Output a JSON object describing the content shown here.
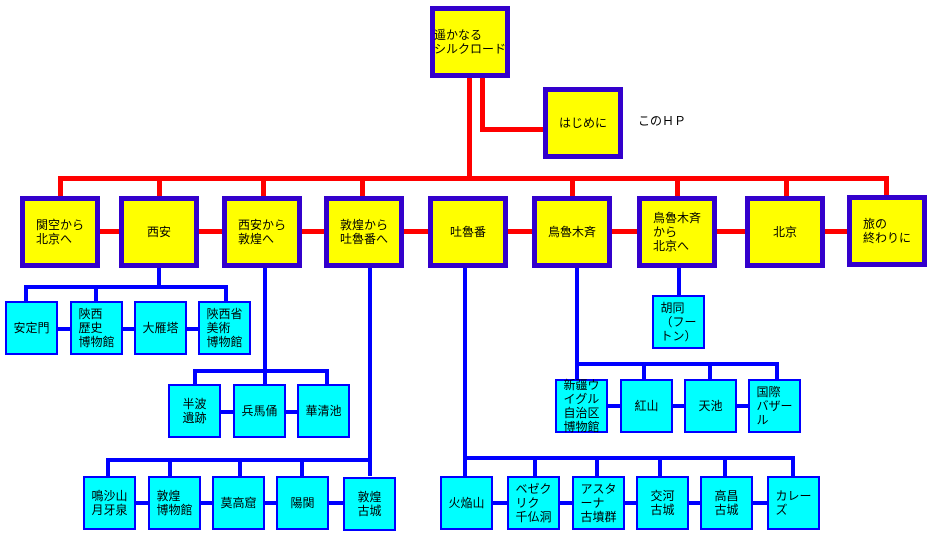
{
  "title": "遥かなる\nシルクロード",
  "intro": {
    "label": "はじめに",
    "note": "このＨＰ"
  },
  "main_nodes": [
    {
      "id": "kanku",
      "label": "関空から\n北京へ"
    },
    {
      "id": "xian",
      "label": "西安"
    },
    {
      "id": "xian-dunhuang",
      "label": "西安から\n敦煌へ"
    },
    {
      "id": "dunhuang-turpan",
      "label": "敦煌から\n吐魯番へ"
    },
    {
      "id": "turpan",
      "label": "吐魯番"
    },
    {
      "id": "urumqi",
      "label": "鳥魯木斉"
    },
    {
      "id": "urumqi-beijing",
      "label": "鳥魯木斉\nから\n北京へ"
    },
    {
      "id": "beijing",
      "label": "北京"
    },
    {
      "id": "end",
      "label": "旅の\n終わりに"
    }
  ],
  "xian_children": [
    "安定門",
    "陝西\n歴史\n博物館",
    "大雁塔",
    "陝西省\n美術\n博物館"
  ],
  "xian_dunhuang_children": [
    "半波\n遺跡",
    "兵馬俑",
    "華清池"
  ],
  "dunhuang_children": [
    "鳴沙山\n月牙泉",
    "敦煌\n博物館",
    "莫高窟",
    "陽関",
    "敦煌\n古城"
  ],
  "turpan_children": [
    "火焔山",
    "ベゼク\nリク\n千仏洞",
    "アスタ\nーナ\n古墳群",
    "交河\n古城",
    "高昌\n古城",
    "カレー\nズ"
  ],
  "urumqi_children": [
    "新疆ウ\nイグル\n自治区\n博物館",
    "紅山",
    "天池",
    "国際\nバザー\nル"
  ],
  "beijing_children": [
    "胡同\n（フー\nトン）"
  ],
  "colors": {
    "main_fill": "#ffff00",
    "main_border": "#3300cc",
    "sub_fill": "#00ffff",
    "sub_border": "#0000ff",
    "trunk": "#ff0000",
    "branch": "#0000ff"
  }
}
